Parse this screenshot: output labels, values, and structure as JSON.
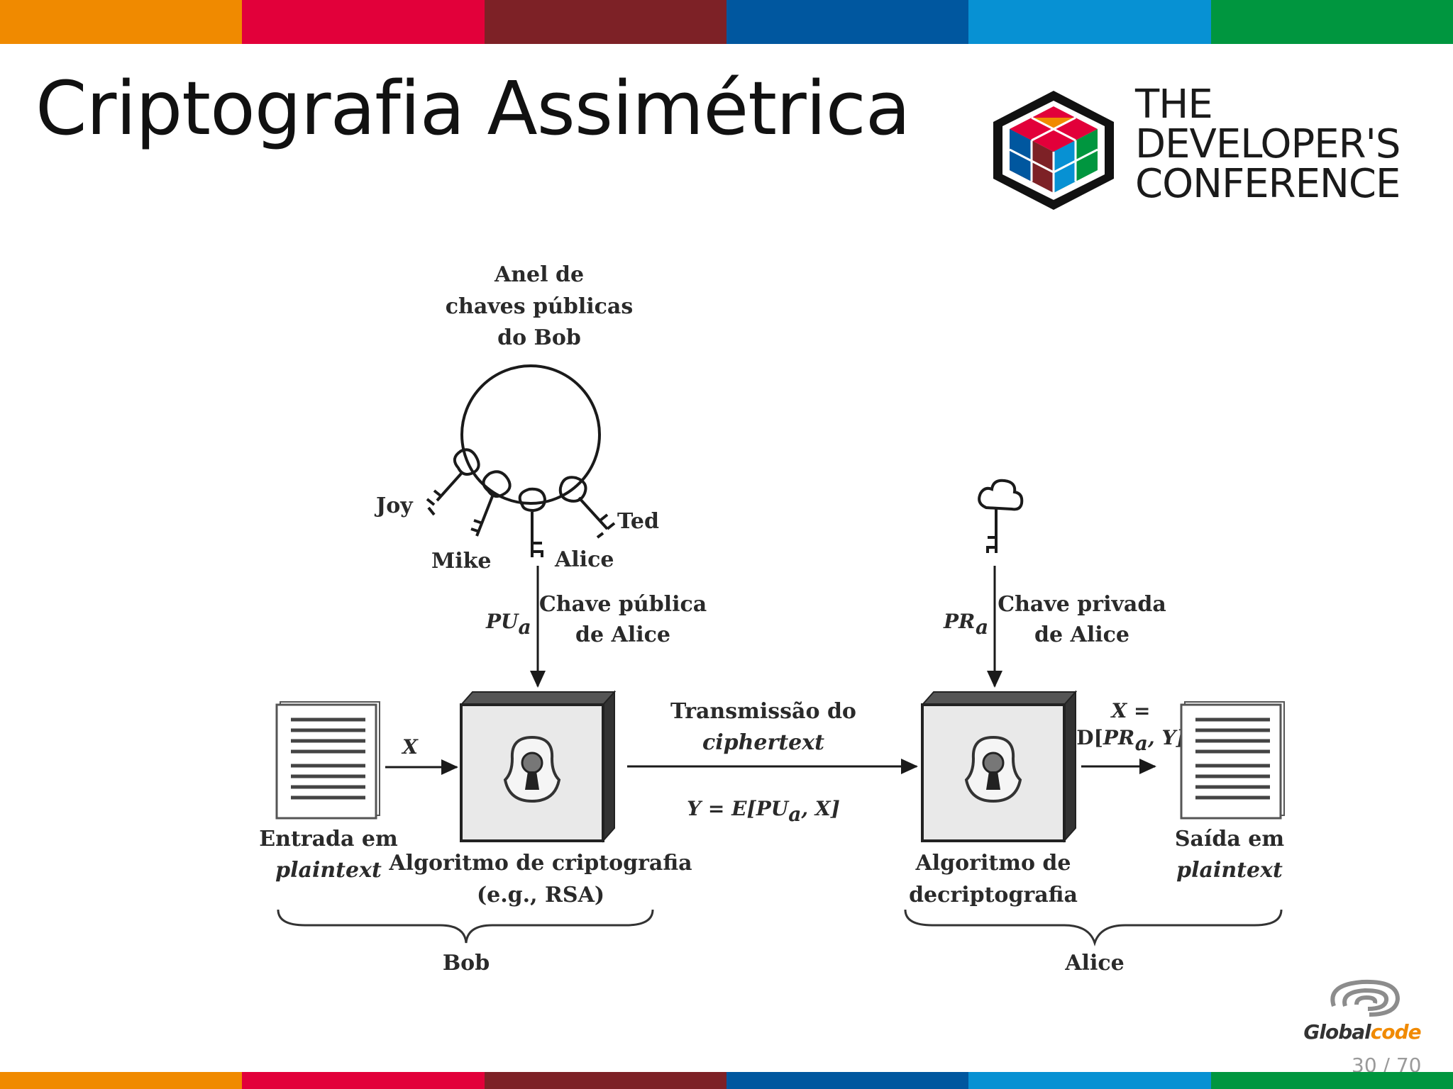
{
  "slide": {
    "title": "Criptografia Assimétrica",
    "stripe_colors": [
      "#f08a00",
      "#e2003a",
      "#7d2126",
      "#00579f",
      "#0791d3",
      "#00963f"
    ],
    "page_number": "30 / 70"
  },
  "conference_logo": {
    "lines": [
      "THE",
      "DEVELOPER'S",
      "CONFERENCE"
    ]
  },
  "sponsor_logo": {
    "text_dark": "Global",
    "text_accent": "code",
    "accent_color": "#f08a00"
  },
  "diagram": {
    "keyring_title": [
      "Anel de",
      "chaves públicas",
      "do Bob"
    ],
    "key_names": [
      "Joy",
      "Mike",
      "Alice",
      "Ted"
    ],
    "public_key_label": [
      "Chave pública",
      "de Alice"
    ],
    "public_key_symbol": "PU",
    "public_key_subscript": "a",
    "private_key_label": [
      "Chave privada",
      "de Alice"
    ],
    "private_key_symbol": "PR",
    "private_key_subscript": "a",
    "input_arrow_label": "X",
    "input_doc_label": [
      "Entrada em",
      "plaintext"
    ],
    "encrypt_label": [
      "Algoritmo de criptografia",
      "(e.g., RSA)"
    ],
    "transmission_label": [
      "Transmissão do",
      "ciphertext"
    ],
    "ciphertext_formula": {
      "prefix": "Y = E[",
      "key": "PU",
      "sub": "a",
      "suffix": ", X]"
    },
    "decrypt_label": [
      "Algoritmo de",
      "decriptografia"
    ],
    "output_formula": {
      "line1": "X =",
      "prefix": "D[",
      "key": "PR",
      "sub": "a",
      "suffix": ", Y]"
    },
    "output_doc_label": [
      "Saída em",
      "plaintext"
    ],
    "left_brace_label": "Bob",
    "right_brace_label": "Alice"
  }
}
